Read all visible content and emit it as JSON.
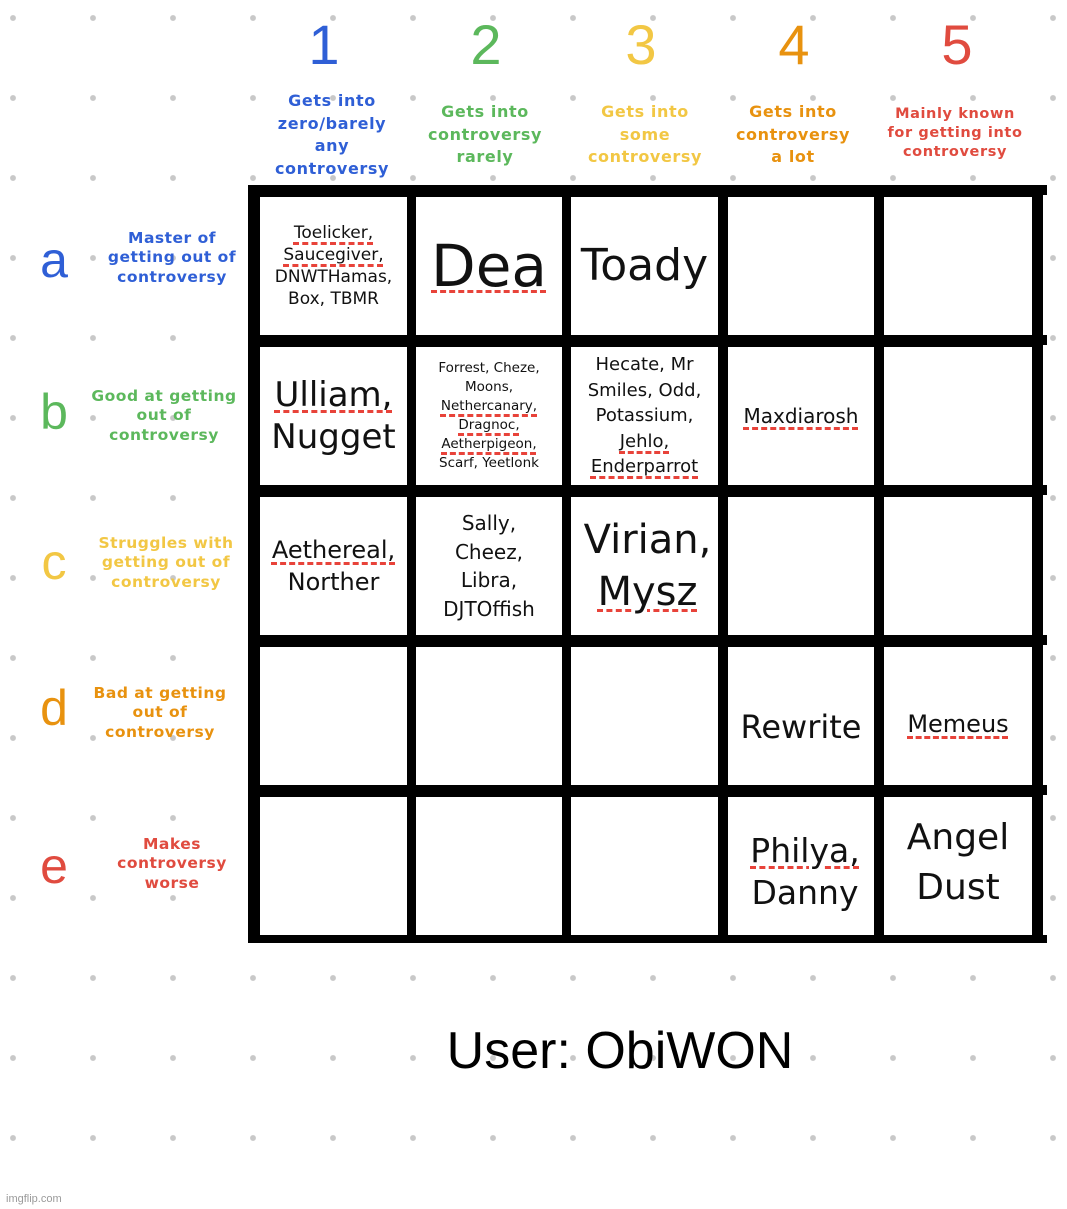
{
  "colors": {
    "blue": "#2f5fd6",
    "green": "#5cb85c",
    "yellow": "#f2c744",
    "orange": "#e8920f",
    "red": "#e04b3f",
    "grid": "#000000",
    "dots": "#c8c8c8",
    "spellcheck": "#e8433a"
  },
  "columns": [
    {
      "number": "1",
      "label": "Gets into zero/barely any controversy",
      "lines": [
        "Gets into",
        "zero/barely",
        "any",
        "controversy"
      ],
      "color": "#2f5fd6"
    },
    {
      "number": "2",
      "label": "Gets into controversy rarely",
      "lines": [
        "Gets into",
        "controversy",
        "rarely"
      ],
      "color": "#5cb85c"
    },
    {
      "number": "3",
      "label": "Gets into some controversy",
      "lines": [
        "Gets into",
        "some",
        "controversy"
      ],
      "color": "#f2c744"
    },
    {
      "number": "4",
      "label": "Gets into controversy a lot",
      "lines": [
        "Gets into",
        "controversy",
        "a lot"
      ],
      "color": "#e8920f"
    },
    {
      "number": "5",
      "label": "Mainly known for getting into controversy",
      "lines": [
        "Mainly known",
        "for getting into",
        "controversy"
      ],
      "color": "#e04b3f"
    }
  ],
  "rows": [
    {
      "letter": "a",
      "label": "Master of getting out of controversy",
      "lines": [
        "Master of",
        "getting out of",
        "controversy"
      ],
      "color": "#2f5fd6"
    },
    {
      "letter": "b",
      "label": "Good at getting out of controversy",
      "lines": [
        "Good at getting",
        "out of",
        "controversy"
      ],
      "color": "#5cb85c"
    },
    {
      "letter": "c",
      "label": "Struggles with getting out of controversy",
      "lines": [
        "Struggles with",
        "getting out of",
        "controversy"
      ],
      "color": "#f2c744"
    },
    {
      "letter": "d",
      "label": "Bad at getting out of controversy",
      "lines": [
        "Bad at getting",
        "out of",
        "controversy"
      ],
      "color": "#e8920f"
    },
    {
      "letter": "e",
      "label": "Makes controversy worse",
      "lines": [
        "Makes",
        "controversy",
        "worse"
      ],
      "color": "#e04b3f"
    }
  ],
  "cells": {
    "a1": [
      "Toelicker,",
      "Saucegiver,",
      "DNWTHamas,",
      "Box, TBMR"
    ],
    "a2": [
      "Dea"
    ],
    "a3": [
      "Toady"
    ],
    "a4": [],
    "a5": [],
    "b1": [
      "Ulliam,",
      "Nugget"
    ],
    "b2": [
      "Forrest, Cheze,",
      "Moons,",
      "Nethercanary,",
      "Dragnoc,",
      "Aetherpigeon,",
      "Scarf, Yeetlonk"
    ],
    "b3": [
      "Hecate, Mr",
      "Smiles, Odd,",
      "Potassium,",
      "Jehlo,",
      "Enderparrot"
    ],
    "b4": [
      "Maxdiarosh"
    ],
    "b5": [],
    "c1": [
      "Aethereal,",
      "Norther"
    ],
    "c2": [
      "Sally,",
      "Cheez,",
      "Libra,",
      "DJTOffish"
    ],
    "c3": [
      "Virian,",
      "Mysz"
    ],
    "c4": [],
    "c5": [],
    "d1": [],
    "d2": [],
    "d3": [],
    "d4": [
      "Rewrite"
    ],
    "d5": [
      "Memeus"
    ],
    "e1": [],
    "e2": [],
    "e3": [],
    "e4": [
      "Philya,",
      "Danny"
    ],
    "e5": [
      "Angel",
      "Dust"
    ]
  },
  "footer": {
    "text": "User: ObiWON"
  },
  "watermark": "imgflip.com"
}
